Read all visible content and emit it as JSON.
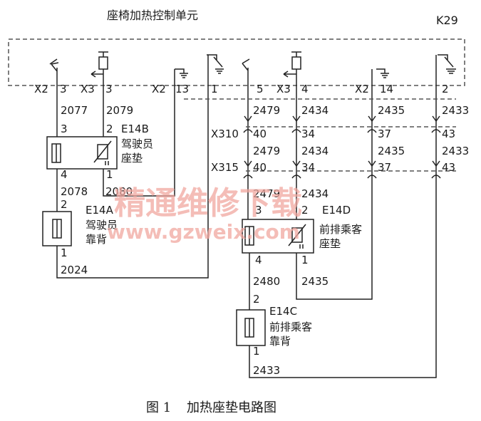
{
  "control_unit": {
    "title": "座椅加热控制单元",
    "id": "K29"
  },
  "pins_top": [
    {
      "conn": "X2",
      "pin": "3"
    },
    {
      "conn": "X3",
      "pin": "3"
    },
    {
      "conn": "X2",
      "pin": "13"
    },
    {
      "conn": "",
      "pin": "1"
    },
    {
      "conn": "",
      "pin": "5"
    },
    {
      "conn": "X3",
      "pin": "4"
    },
    {
      "conn": "X2",
      "pin": "14"
    },
    {
      "conn": "",
      "pin": "2"
    }
  ],
  "wires": {
    "w2077": "2077",
    "w2079": "2079",
    "w2479a": "2479",
    "w2434a": "2434",
    "w2435a": "2435",
    "w2433a": "2433",
    "w2479b": "2479",
    "w2434b": "2434",
    "w2435b": "2435",
    "w2433b": "2433",
    "w2479c": "2479",
    "w2434c": "2434",
    "w2078": "2078",
    "w2080": "2080",
    "w2024": "2024",
    "w2480": "2480",
    "w2435c": "2435",
    "w2433c": "2433"
  },
  "connectors": {
    "x310": {
      "label": "X310",
      "pins": [
        "40",
        "34",
        "37",
        "43"
      ]
    },
    "x315": {
      "label": "X315",
      "pins": [
        "40",
        "34",
        "37",
        "43"
      ]
    }
  },
  "components": {
    "e14b": {
      "id": "E14B",
      "name_line1": "驾驶员",
      "name_line2": "座垫",
      "pin_a": "3",
      "pin_b": "2",
      "pin_c": "4",
      "pin_d": "1"
    },
    "e14a": {
      "id": "E14A",
      "name_line1": "驾驶员",
      "name_line2": "靠背",
      "pin_a": "2",
      "pin_b": "1"
    },
    "e14d": {
      "id": "E14D",
      "name_line1": "前排乘客",
      "name_line2": "座垫",
      "pin_a": "3",
      "pin_b": "2",
      "pin_c": "4",
      "pin_d": "1"
    },
    "e14c": {
      "id": "E14C",
      "name_line1": "前排乘客",
      "name_line2": "靠背",
      "pin_a": "2",
      "pin_b": "1"
    }
  },
  "watermark": {
    "line1": "精通维修下载",
    "line2": "www.gzweix.com"
  },
  "caption": {
    "fig": "图 1",
    "title": "加热座垫电路图"
  }
}
